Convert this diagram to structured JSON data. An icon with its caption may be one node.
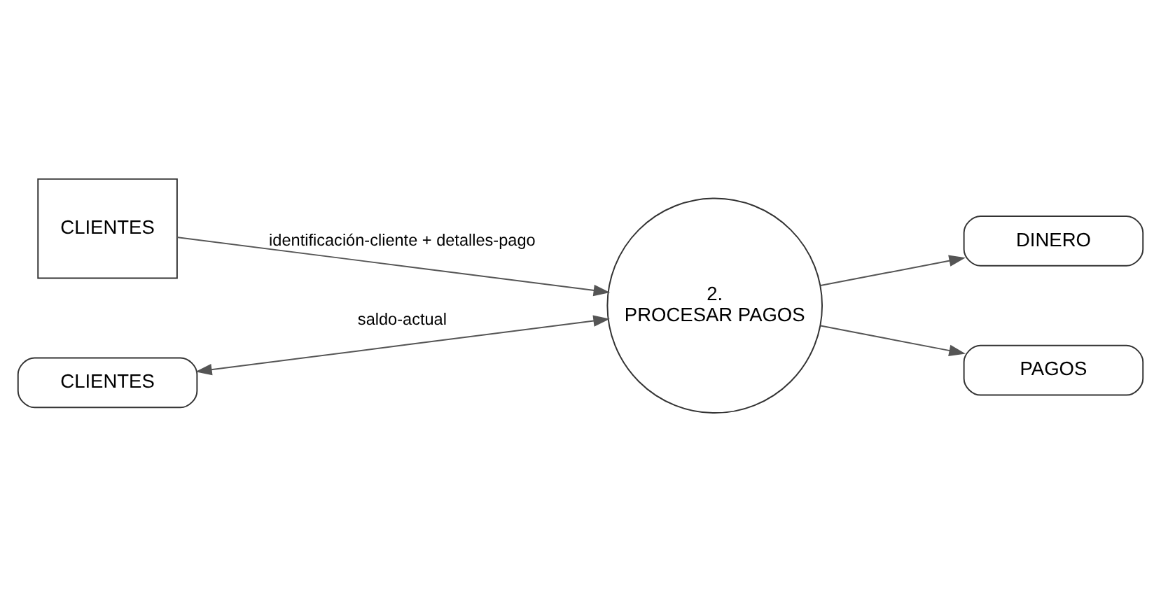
{
  "diagram": {
    "nodes": [
      {
        "text": [
          "CLIENTES"
        ]
      },
      {
        "text": [
          "2.",
          "PROCESAR PAGOS"
        ]
      },
      {
        "text": [
          "DINERO"
        ]
      },
      {
        "text": [
          "CLIENTES"
        ]
      },
      {
        "text": [
          "PAGOS"
        ]
      }
    ],
    "edges": [
      {
        "from": 0,
        "to": 1,
        "arrow": "to",
        "label": "identificación-cliente + detalles-pago"
      },
      {
        "from": 1,
        "to": 2,
        "arrow": "to"
      },
      {
        "from": 3,
        "to": 1,
        "arrow": "both",
        "label": "saldo-actual"
      },
      {
        "from": 1,
        "to": 4,
        "arrow": "to"
      }
    ]
  }
}
